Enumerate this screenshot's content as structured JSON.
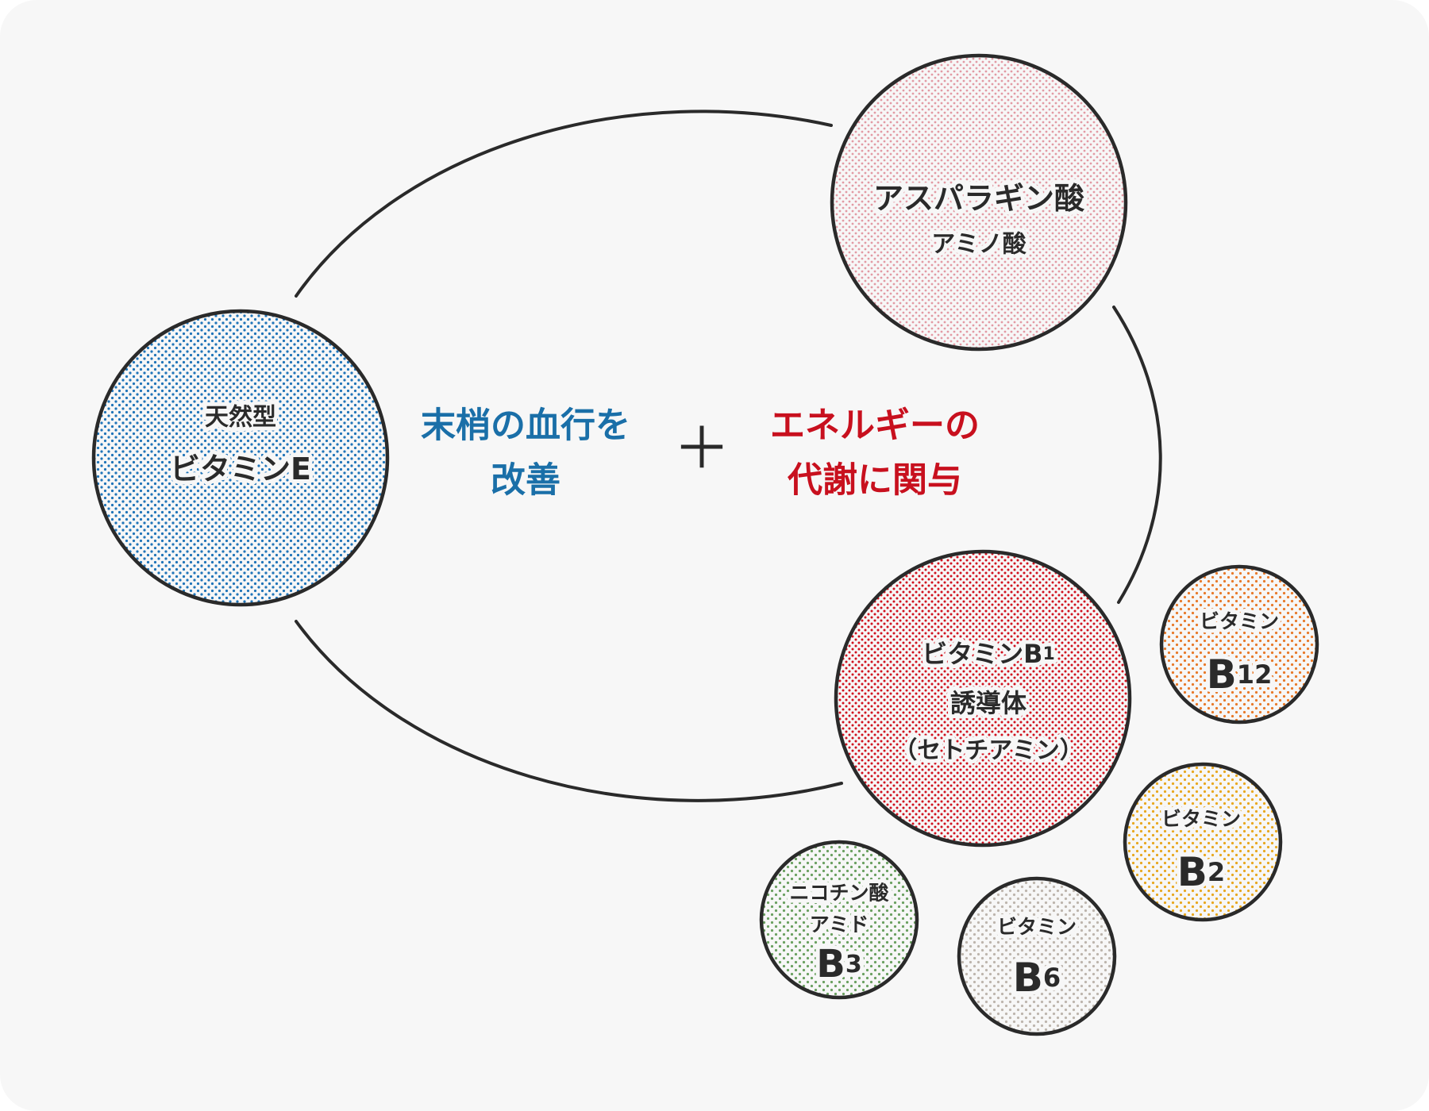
{
  "colors": {
    "line": "#2a2a2a",
    "background": "#f7f7f7",
    "blue_text": "#1a6fa8",
    "red_text": "#c8101e",
    "vitamin_e": "#1f74b8",
    "aspartic": "#e29aa4",
    "b1": "#d0101e",
    "b12": "#e87a2a",
    "b2": "#e8a820",
    "b6": "#bdb5ad",
    "b3": "#6aa060"
  },
  "nodes": {
    "vitamin_e": {
      "line1": "天然型",
      "line2": "ビタミンE"
    },
    "aspartic": {
      "line1": "アスパラギン酸",
      "line2": "アミノ酸"
    },
    "b1": {
      "line1_main": "ビタミンB",
      "line1_sub": "1",
      "line2": "誘導体",
      "line3": "（セトチアミン）"
    },
    "b12": {
      "line1": "ビタミン",
      "main": "B",
      "sub": "12"
    },
    "b2": {
      "line1": "ビタミン",
      "main": "B",
      "sub": "2"
    },
    "b6": {
      "line1": "ビタミン",
      "main": "B",
      "sub": "6"
    },
    "b3": {
      "line1": "ニコチン酸",
      "line2": "アミド",
      "main": "B",
      "sub": "3"
    }
  },
  "center": {
    "left_line1": "末梢の血行を",
    "left_line2": "改善",
    "plus": "＋",
    "right_line1": "エネルギーの",
    "right_line2": "代謝に関与"
  }
}
